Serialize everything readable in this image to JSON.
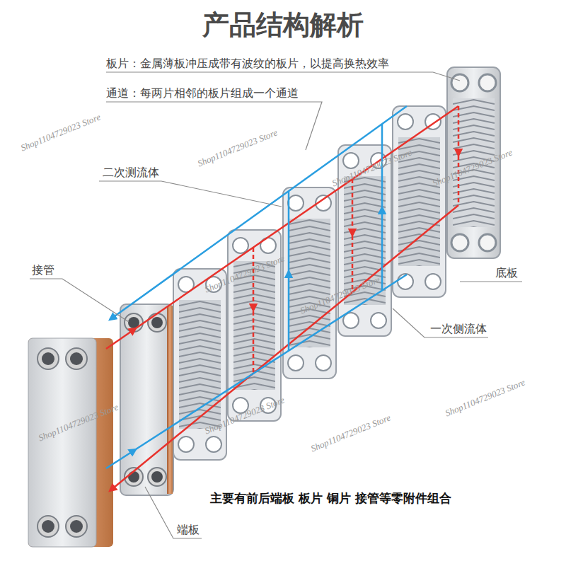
{
  "diagram": {
    "title": "产品结构解析",
    "caption": "主要有前后端板 板片 铜片 接管等零附件组合",
    "labels": [
      "板片：金属薄板冲压成带有波纹的板片，以提高换热效率",
      "通道：每两片相邻的板片组成一个通道",
      "二次测流体",
      "接管",
      "底板",
      "一次侧流体",
      "端板",
      "Shop1104729023 Store",
      "Shop1104729023 Store",
      "Shop1104729023 Store",
      "Shop1104729023 Store",
      "Shop1104729023 Store",
      "Shop1104729023 Store",
      "Shop1104729023 Store",
      "Shop1104729023 Store",
      "Shop1104729023 Store",
      "Shop1104729023 Store"
    ]
  }
}
